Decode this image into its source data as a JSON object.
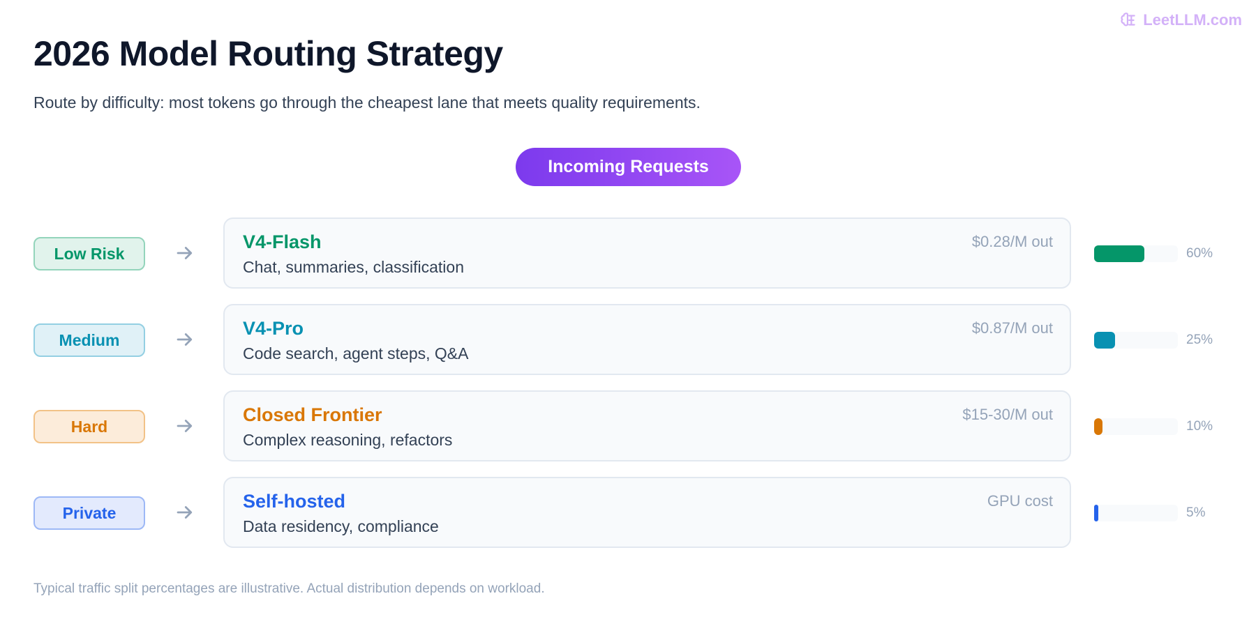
{
  "logo": {
    "text": "LeetLLM.com",
    "icon": "brain-icon"
  },
  "title": "2026 Model Routing Strategy",
  "subtitle": "Route by difficulty: most tokens go through the cheapest lane that meets quality requirements.",
  "source_node": "Incoming Requests",
  "lanes": [
    {
      "badge": "Low Risk",
      "model": "V4-Flash",
      "description": "Chat, summaries, classification",
      "price": "$0.28/M out",
      "share": 60,
      "share_label": "60%",
      "color": "#059669",
      "badge_bg": "#e1f3ec",
      "badge_border": "#93d4bb"
    },
    {
      "badge": "Medium",
      "model": "V4-Pro",
      "description": "Code search, agent steps, Q&A",
      "price": "$0.87/M out",
      "share": 25,
      "share_label": "25%",
      "color": "#0891b2",
      "badge_bg": "#e0f1f7",
      "badge_border": "#93cfe2"
    },
    {
      "badge": "Hard",
      "model": "Closed Frontier",
      "description": "Complex reasoning, refactors",
      "price": "$15-30/M out",
      "share": 10,
      "share_label": "10%",
      "color": "#d97706",
      "badge_bg": "#fcecda",
      "badge_border": "#f2c287"
    },
    {
      "badge": "Private",
      "model": "Self-hosted",
      "description": "Data residency, compliance",
      "price": "GPU cost",
      "share": 5,
      "share_label": "5%",
      "color": "#2563eb",
      "badge_bg": "#e3eafd",
      "badge_border": "#9db8f6"
    }
  ],
  "footnote": "Typical traffic split percentages are illustrative. Actual distribution depends on workload."
}
